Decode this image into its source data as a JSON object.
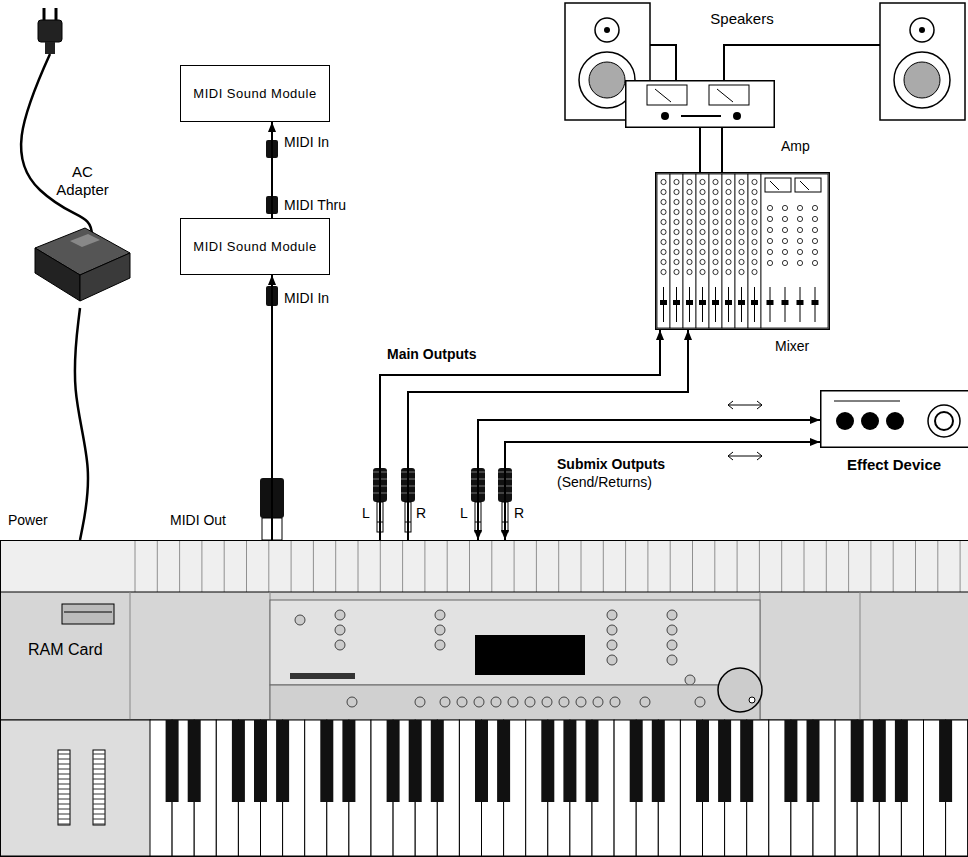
{
  "diagram": {
    "nodes": [
      {
        "text": [
          "AC Adapter"
        ]
      },
      {
        "text": [
          "MIDI Sound Module"
        ]
      },
      {
        "text": [
          "MIDI Sound Module"
        ]
      },
      {
        "text": [
          "Amp"
        ]
      },
      {
        "text": [
          "Mixer"
        ]
      },
      {
        "text": [
          "Effect Device"
        ]
      },
      {
        "text": [
          "RAM Card"
        ]
      }
    ],
    "edges": [
      {
        "from": 0,
        "to": 6,
        "arrow": "none"
      },
      {
        "from": 6,
        "to": 2,
        "arrow": "to"
      },
      {
        "from": 2,
        "to": 1,
        "arrow": "to"
      },
      {
        "from": 6,
        "to": 4,
        "arrow": "to"
      },
      {
        "from": 6,
        "to": 4,
        "arrow": "to"
      },
      {
        "from": 6,
        "to": 5,
        "arrow": "both"
      },
      {
        "from": 6,
        "to": 5,
        "arrow": "both"
      },
      {
        "from": 4,
        "to": 3,
        "arrow": "none"
      },
      {
        "from": 4,
        "to": 3,
        "arrow": "none"
      }
    ],
    "labels": [
      "Speakers",
      "Power",
      "MIDI Out",
      "MIDI In",
      "MIDI Thru",
      "MIDI In",
      "Main Outputs",
      "Submix Outputs",
      "(Send/Returns)",
      "L",
      "R",
      "L",
      "R"
    ]
  }
}
